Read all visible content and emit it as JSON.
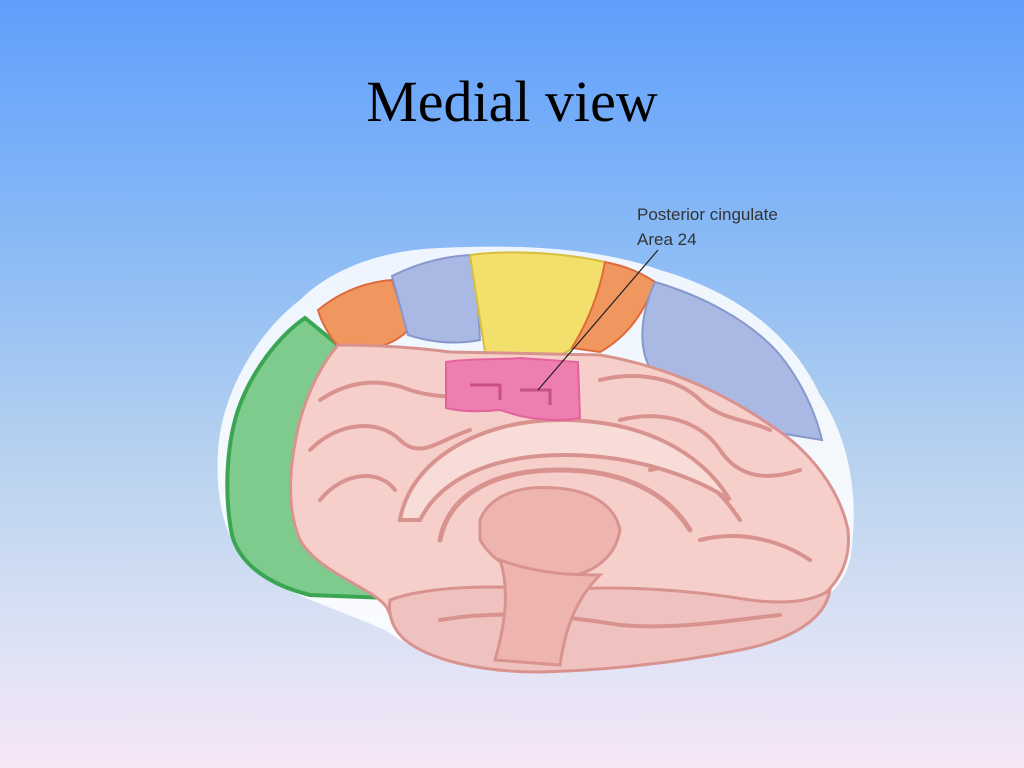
{
  "slide": {
    "title": "Medial view"
  },
  "diagram": {
    "labels": {
      "line1": "Posterior cingulate",
      "line2": "Area 24"
    },
    "colors": {
      "brain_base": "#f6cfcb",
      "sulcus": "#d9938f",
      "green_region": "#79c98a",
      "orange_region": "#f0965f",
      "blue_region": "#aab8e4",
      "yellow_region": "#f2df6c",
      "pink_region": "#ec7fb0"
    }
  }
}
